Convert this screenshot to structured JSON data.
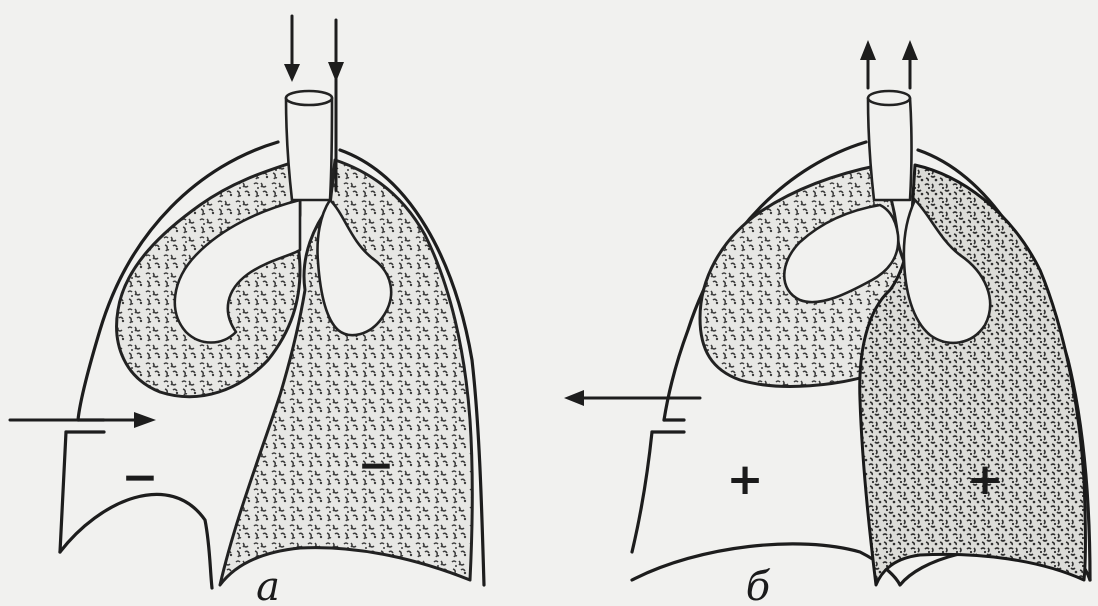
{
  "panels": [
    {
      "id": "a",
      "letter": "а",
      "pleural_sign": "−",
      "lung_sign": "−",
      "state": "inspiration"
    },
    {
      "id": "b",
      "letter": "б",
      "pleural_sign": "+",
      "lung_sign": "+",
      "state": "expiration"
    }
  ],
  "colors": {
    "ink": "#1d1d1d",
    "paper": "#f1f1ef",
    "tissue": "#5a5a5a"
  },
  "icons": [
    "arrow-in-icon",
    "arrow-out-icon"
  ]
}
